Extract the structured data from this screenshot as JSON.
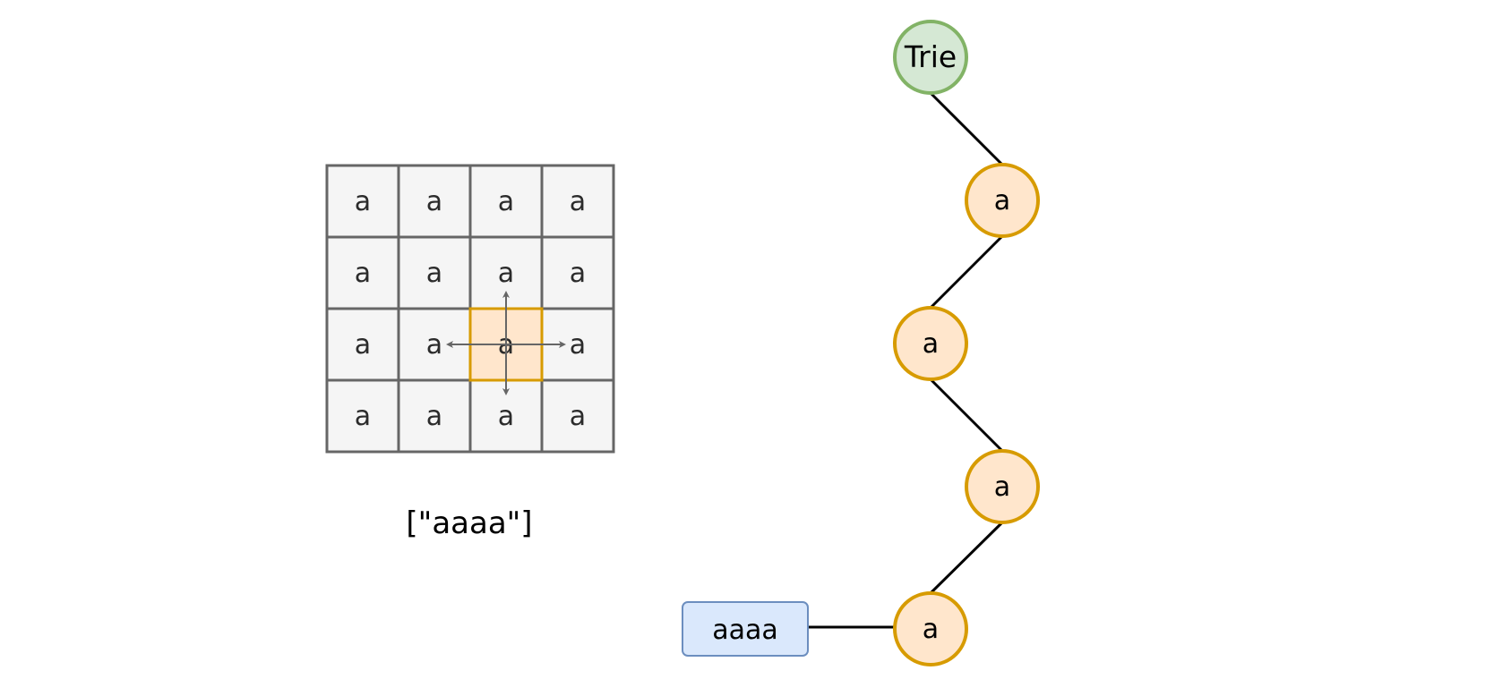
{
  "grid": {
    "rows": [
      [
        "a",
        "a",
        "a",
        "a"
      ],
      [
        "a",
        "a",
        "a",
        "a"
      ],
      [
        "a",
        "a",
        "a",
        "a"
      ],
      [
        "a",
        "a",
        "a",
        "a"
      ]
    ],
    "highlighted_cell": {
      "row": 2,
      "col": 2
    },
    "neighbor_directions": [
      "up",
      "down",
      "left",
      "right"
    ]
  },
  "words_label": "[\"aaaa\"]",
  "trie": {
    "root_label": "Trie",
    "nodes": [
      "a",
      "a",
      "a",
      "a"
    ],
    "word_label": "aaaa"
  },
  "colors": {
    "cell_fill": "#f5f5f5",
    "cell_border": "#666666",
    "highlight_fill": "#ffe6cc",
    "highlight_border": "#d79b00",
    "arrow": "#666666",
    "root_fill": "#d5e8d4",
    "root_border": "#82b366",
    "node_fill": "#ffe6cc",
    "node_border": "#d79b00",
    "word_fill": "#dae8fc",
    "word_border": "#6c8ebf",
    "edge": "#000000"
  }
}
